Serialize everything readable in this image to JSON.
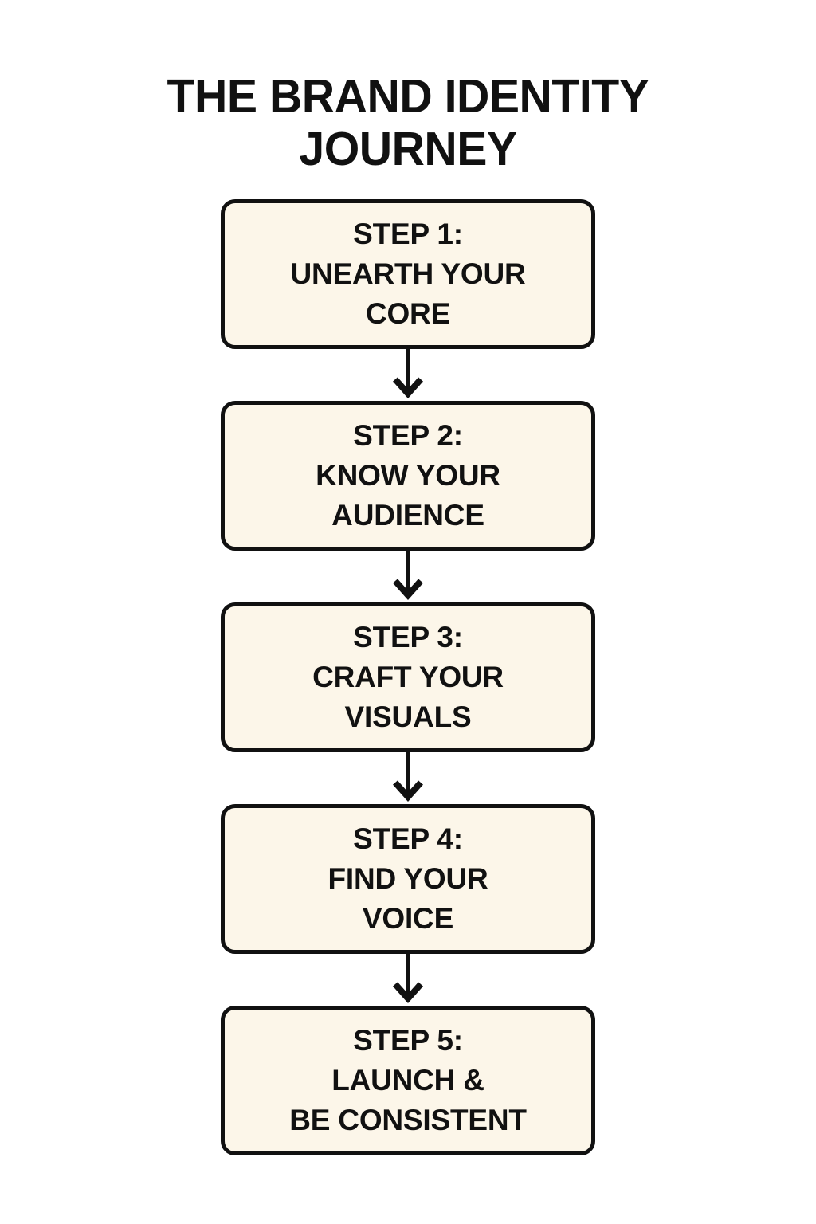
{
  "page": {
    "title": "THE BRAND IDENTITY JOURNEY",
    "background_color": "#ffffff"
  },
  "theme": {
    "box_fill": "#FCF6E9",
    "box_border": "#111111",
    "text_color": "#111111",
    "arrow_color": "#111111"
  },
  "flow": {
    "type": "vertical-flowchart",
    "connector_icon": "down-arrow-icon",
    "steps": [
      {
        "index": 1,
        "lines": [
          "STEP 1:",
          "UNEARTH YOUR",
          "CORE"
        ],
        "label": "STEP 1: UNEARTH YOUR CORE"
      },
      {
        "index": 2,
        "lines": [
          "STEP 2:",
          "KNOW YOUR",
          "AUDIENCE"
        ],
        "label": "STEP 2: KNOW YOUR AUDIENCE"
      },
      {
        "index": 3,
        "lines": [
          "STEP 3:",
          "CRAFT YOUR",
          "VISUALS"
        ],
        "label": "STEP 3: CRAFT YOUR VISUALS"
      },
      {
        "index": 4,
        "lines": [
          "STEP 4:",
          "FIND YOUR",
          "VOICE"
        ],
        "label": "STEP 4: FIND YOUR VOICE"
      },
      {
        "index": 5,
        "lines": [
          "STEP 5:",
          "LAUNCH &",
          "BE CONSISTENT"
        ],
        "label": "STEP 5: LAUNCH & BE CONSISTENT"
      }
    ]
  }
}
